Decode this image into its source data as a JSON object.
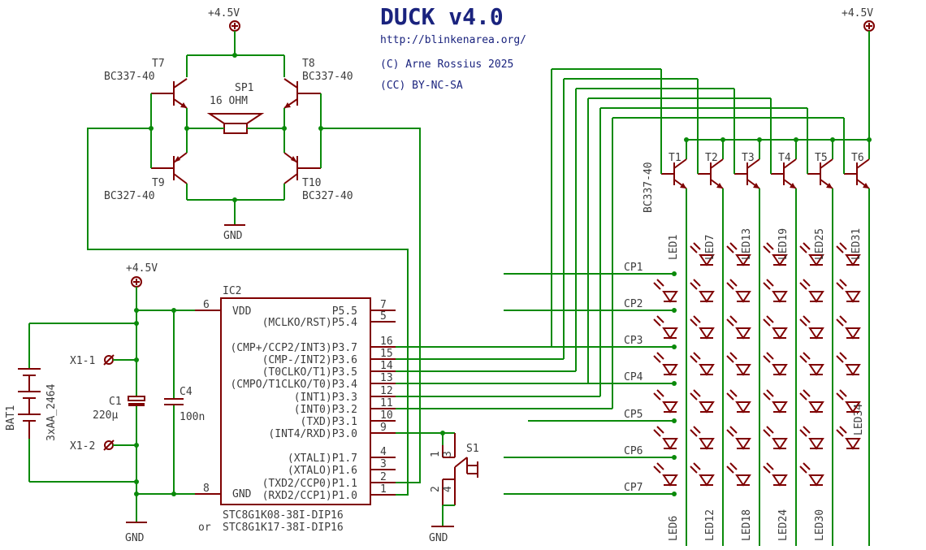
{
  "title": {
    "name": "DUCK v4.0",
    "url": "http://blinkenarea.org/",
    "copyright": "(C) Arne Rossius 2025",
    "license": "(CC) BY-NC-SA"
  },
  "supply": {
    "top_left": "+4.5V",
    "top_right": "+4.5V",
    "mid_left": "+4.5V"
  },
  "ground": {
    "speaker": "GND",
    "left": "GND",
    "switch": "GND"
  },
  "speaker": {
    "ref": "SP1",
    "value": "16 OHM"
  },
  "bridge": {
    "t7": {
      "ref": "T7",
      "value": "BC337-40"
    },
    "t8": {
      "ref": "T8",
      "value": "BC337-40"
    },
    "t9": {
      "ref": "T9",
      "value": "BC327-40"
    },
    "t10": {
      "ref": "T10",
      "value": "BC327-40"
    }
  },
  "battery": {
    "ref": "BAT1",
    "value": "3xAA_2464",
    "pad1": "X1-1",
    "pad2": "X1-2"
  },
  "c1": {
    "ref": "C1",
    "value": "220µ"
  },
  "c4": {
    "ref": "C4",
    "value": "100n"
  },
  "switch": {
    "ref": "S1",
    "pins": [
      "1",
      "3",
      "2",
      "4"
    ]
  },
  "ic": {
    "ref": "IC2",
    "part1": "STC8G1K08-38I-DIP16",
    "or": "or",
    "part2": "STC8G1K17-38I-DIP16",
    "left_pins": [
      {
        "num": "6",
        "name": "VDD"
      },
      {
        "num": "8",
        "name": "GND"
      }
    ],
    "right_pins": [
      {
        "num": "7",
        "name": "P5.5"
      },
      {
        "num": "5",
        "name": "(MCLKO/RST)P5.4"
      },
      {
        "num": "16",
        "name": "(CMP+/CCP2/INT3)P3.7"
      },
      {
        "num": "15",
        "name": "(CMP-/INT2)P3.6"
      },
      {
        "num": "14",
        "name": "(T0CLKO/T1)P3.5"
      },
      {
        "num": "13",
        "name": "(CMPO/T1CLKO/T0)P3.4"
      },
      {
        "num": "12",
        "name": "(INT1)P3.3"
      },
      {
        "num": "11",
        "name": "(INT0)P3.2"
      },
      {
        "num": "10",
        "name": "(TXD)P3.1"
      },
      {
        "num": "9",
        "name": "(INT4/RXD)P3.0"
      },
      {
        "num": "4",
        "name": "(XTALI)P1.7"
      },
      {
        "num": "3",
        "name": "(XTALO)P1.6"
      },
      {
        "num": "2",
        "name": "(TXD2/CCP0)P1.1"
      },
      {
        "num": "1",
        "name": "(RXD2/CCP1)P1.0"
      }
    ]
  },
  "matrix": {
    "transistor_type": "BC337-40",
    "transistors": [
      "T1",
      "T2",
      "T3",
      "T4",
      "T5",
      "T6"
    ],
    "top_leds": [
      "LED1",
      "LED7",
      "LED13",
      "LED19",
      "LED25",
      "LED31"
    ],
    "bottom_leds": [
      "LED6",
      "LED12",
      "LED18",
      "LED24",
      "LED30"
    ],
    "side_led": "LED34",
    "rows": [
      "CP1",
      "CP2",
      "CP3",
      "CP4",
      "CP5",
      "CP6",
      "CP7"
    ]
  },
  "colors": {
    "wire": "#0a8a0a",
    "part": "#7f0000",
    "label": "#3c3c3c",
    "title": "#1a237e",
    "background": "#ffffff"
  }
}
